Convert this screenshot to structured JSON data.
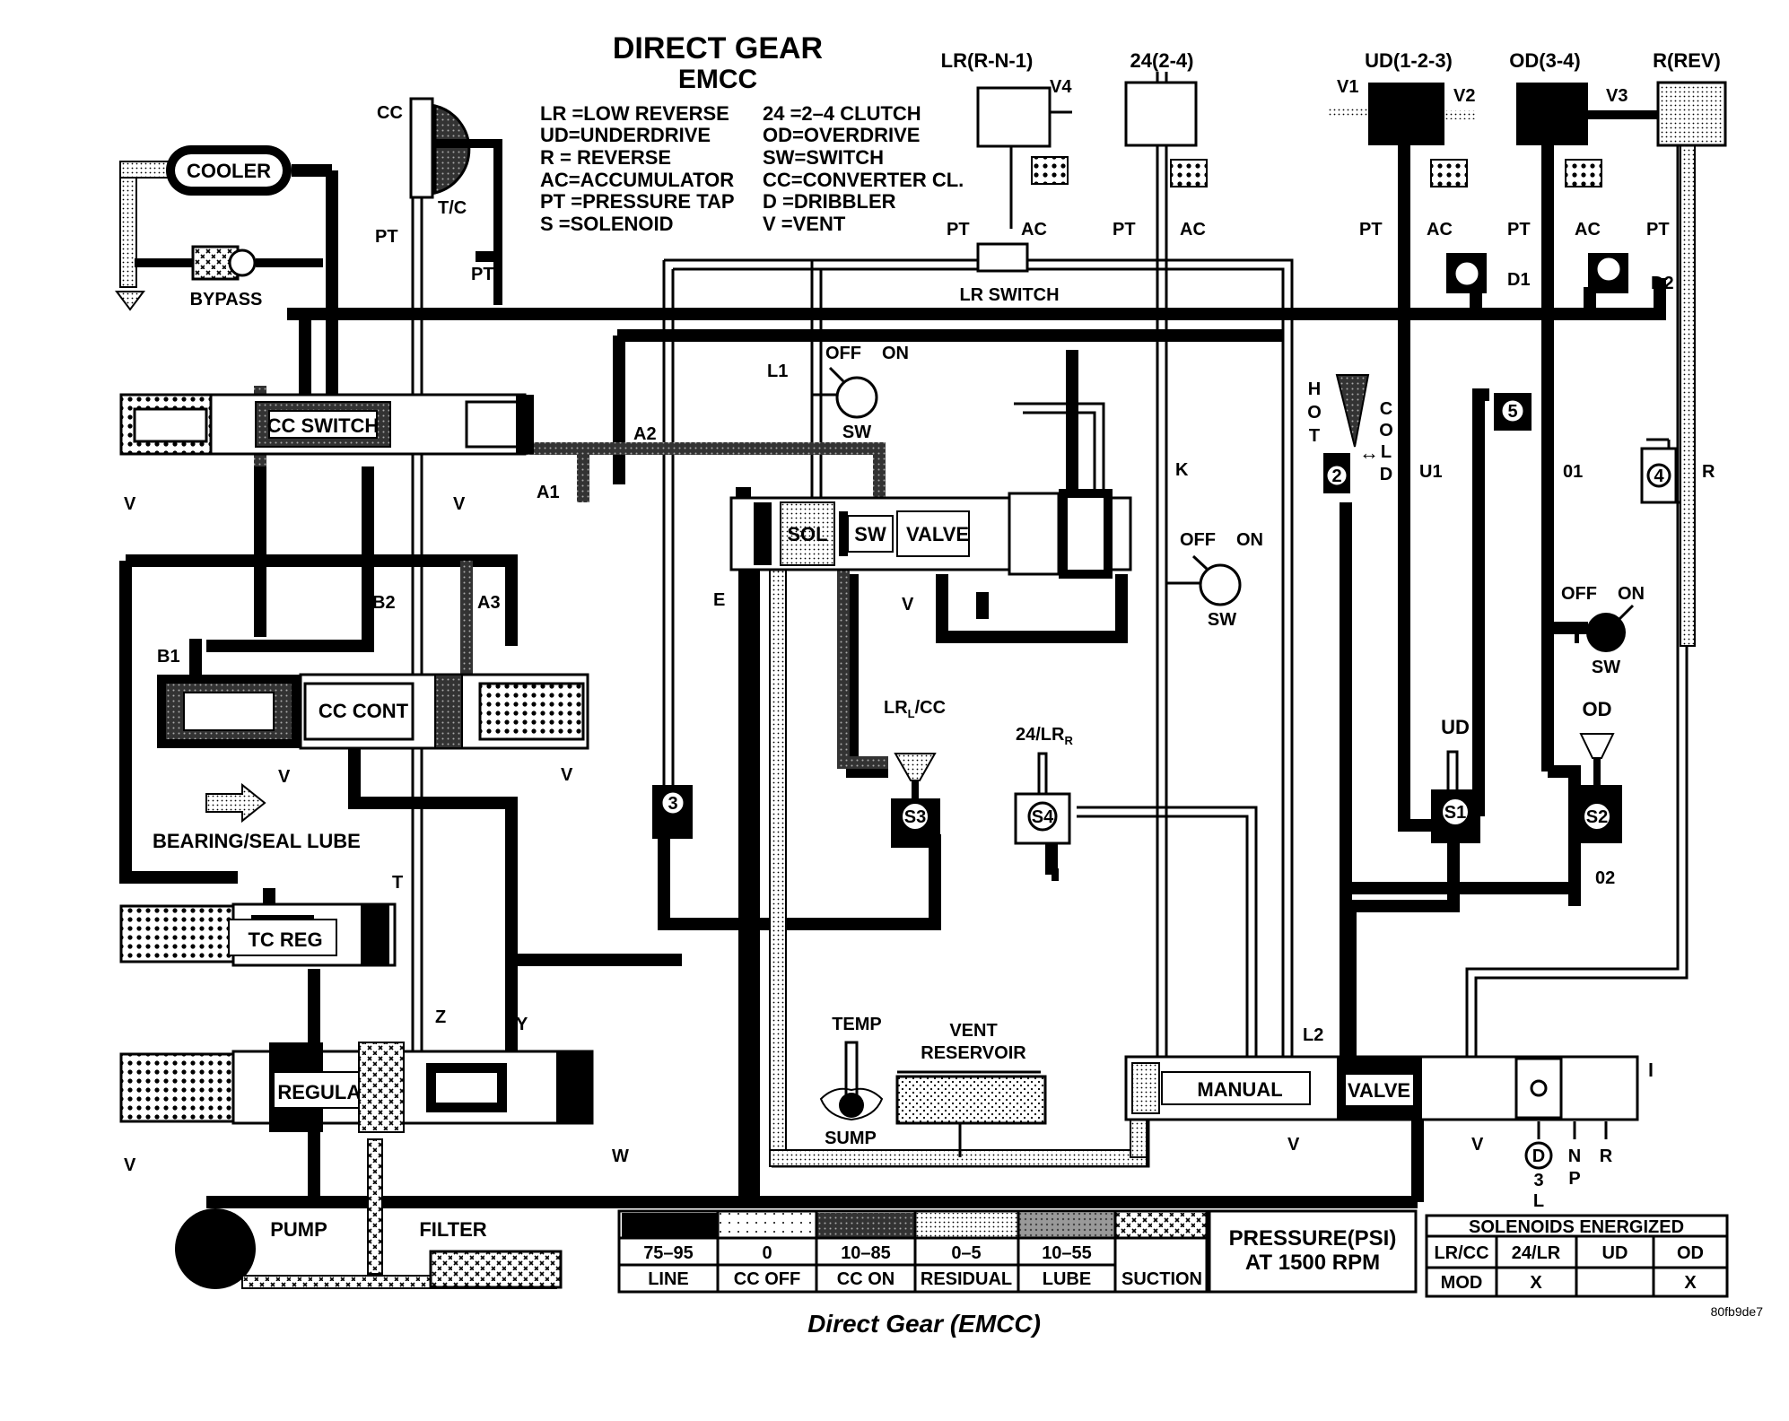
{
  "title": "DIRECT GEAR",
  "subtitle": "EMCC",
  "caption": "Direct Gear (EMCC)",
  "figure_id": "80fb9de7",
  "legend_left": [
    "LR =LOW REVERSE",
    "UD=UNDERDRIVE",
    "R  = REVERSE",
    "AC=ACCUMULATOR",
    "PT =PRESSURE TAP",
    "S  =SOLENOID"
  ],
  "legend_right": [
    "24  =2–4 CLUTCH",
    "OD=OVERDRIVE",
    "SW=SWITCH",
    "CC=CONVERTER CL.",
    "D  =DRIBBLER",
    "V  =VENT"
  ],
  "clutches": {
    "lr": "LR(R-N-1)",
    "c24": "24(2-4)",
    "ud": "UD(1-2-3)",
    "od": "OD(3-4)",
    "rev": "R(REV)"
  },
  "components": {
    "cooler": "COOLER",
    "bypass": "BYPASS",
    "cc_switch": "CC SWITCH",
    "cc_cont": "CC CONT",
    "tc_reg": "TC REG",
    "regulator": "REGULATOR",
    "pump": "PUMP",
    "filter": "FILTER",
    "bearing": "BEARING/SEAL LUBE",
    "tc": "T/C",
    "lr_switch": "LR SWITCH",
    "manual": "MANUAL",
    "valve": "VALVE",
    "sol": "SOL",
    "sw": "SW",
    "temp": "TEMP",
    "sump": "SUMP",
    "vent_reservoir_1": "VENT",
    "vent_reservoir_2": "RESERVOIR",
    "hot": "HOT",
    "cold": "COLD",
    "off": "OFF",
    "on": "ON"
  },
  "labels": {
    "cc": "CC",
    "pt": "PT",
    "ac": "AC",
    "v": "V",
    "v1": "V1",
    "v2": "V2",
    "v3": "V3",
    "v4": "V4",
    "d1": "D1",
    "d2": "D2",
    "a1": "A1",
    "a2": "A2",
    "a3": "A3",
    "b1": "B1",
    "b2": "B2",
    "l1": "L1",
    "l2": "L2",
    "u1": "U1",
    "o1": "01",
    "o2": "02",
    "k": "K",
    "e": "E",
    "r": "R",
    "t": "T",
    "w": "W",
    "y": "Y",
    "z": "Z",
    "lrcc": "LR",
    "lrcc_sub": "L",
    "lrcc_tail": "/CC",
    "s24lr": "24/LR",
    "s24lr_sub": "R",
    "ud": "UD",
    "od": "OD"
  },
  "solenoids": {
    "s1": "S1",
    "s2": "S2",
    "s3": "S3",
    "s4": "S4"
  },
  "numbers": [
    "2",
    "3",
    "4",
    "5"
  ],
  "gear_positions": {
    "d": "D",
    "three": "3",
    "l": "L",
    "n": "N",
    "p": "P",
    "r": "R"
  },
  "pressure_legend": {
    "title_1": "PRESSURE(PSI)",
    "title_2": "AT 1500 RPM",
    "columns": [
      {
        "range": "75–95",
        "name": "LINE",
        "pattern": "solid-black"
      },
      {
        "range": "0",
        "name": "CC OFF",
        "pattern": "sparse-dots"
      },
      {
        "range": "10–85",
        "name": "CC ON",
        "pattern": "dark-stipple"
      },
      {
        "range": "0–5",
        "name": "RESIDUAL",
        "pattern": "fine-dots"
      },
      {
        "range": "10–55",
        "name": "LUBE",
        "pattern": "gray-dots"
      },
      {
        "range": "",
        "name": "SUCTION",
        "pattern": "crosshatch"
      }
    ]
  },
  "solenoids_table": {
    "title": "SOLENOIDS ENERGIZED",
    "headers": [
      "LR/CC",
      "24/LR",
      "UD",
      "OD"
    ],
    "row_label": "MOD",
    "row_values": [
      "X",
      "",
      "X"
    ]
  }
}
